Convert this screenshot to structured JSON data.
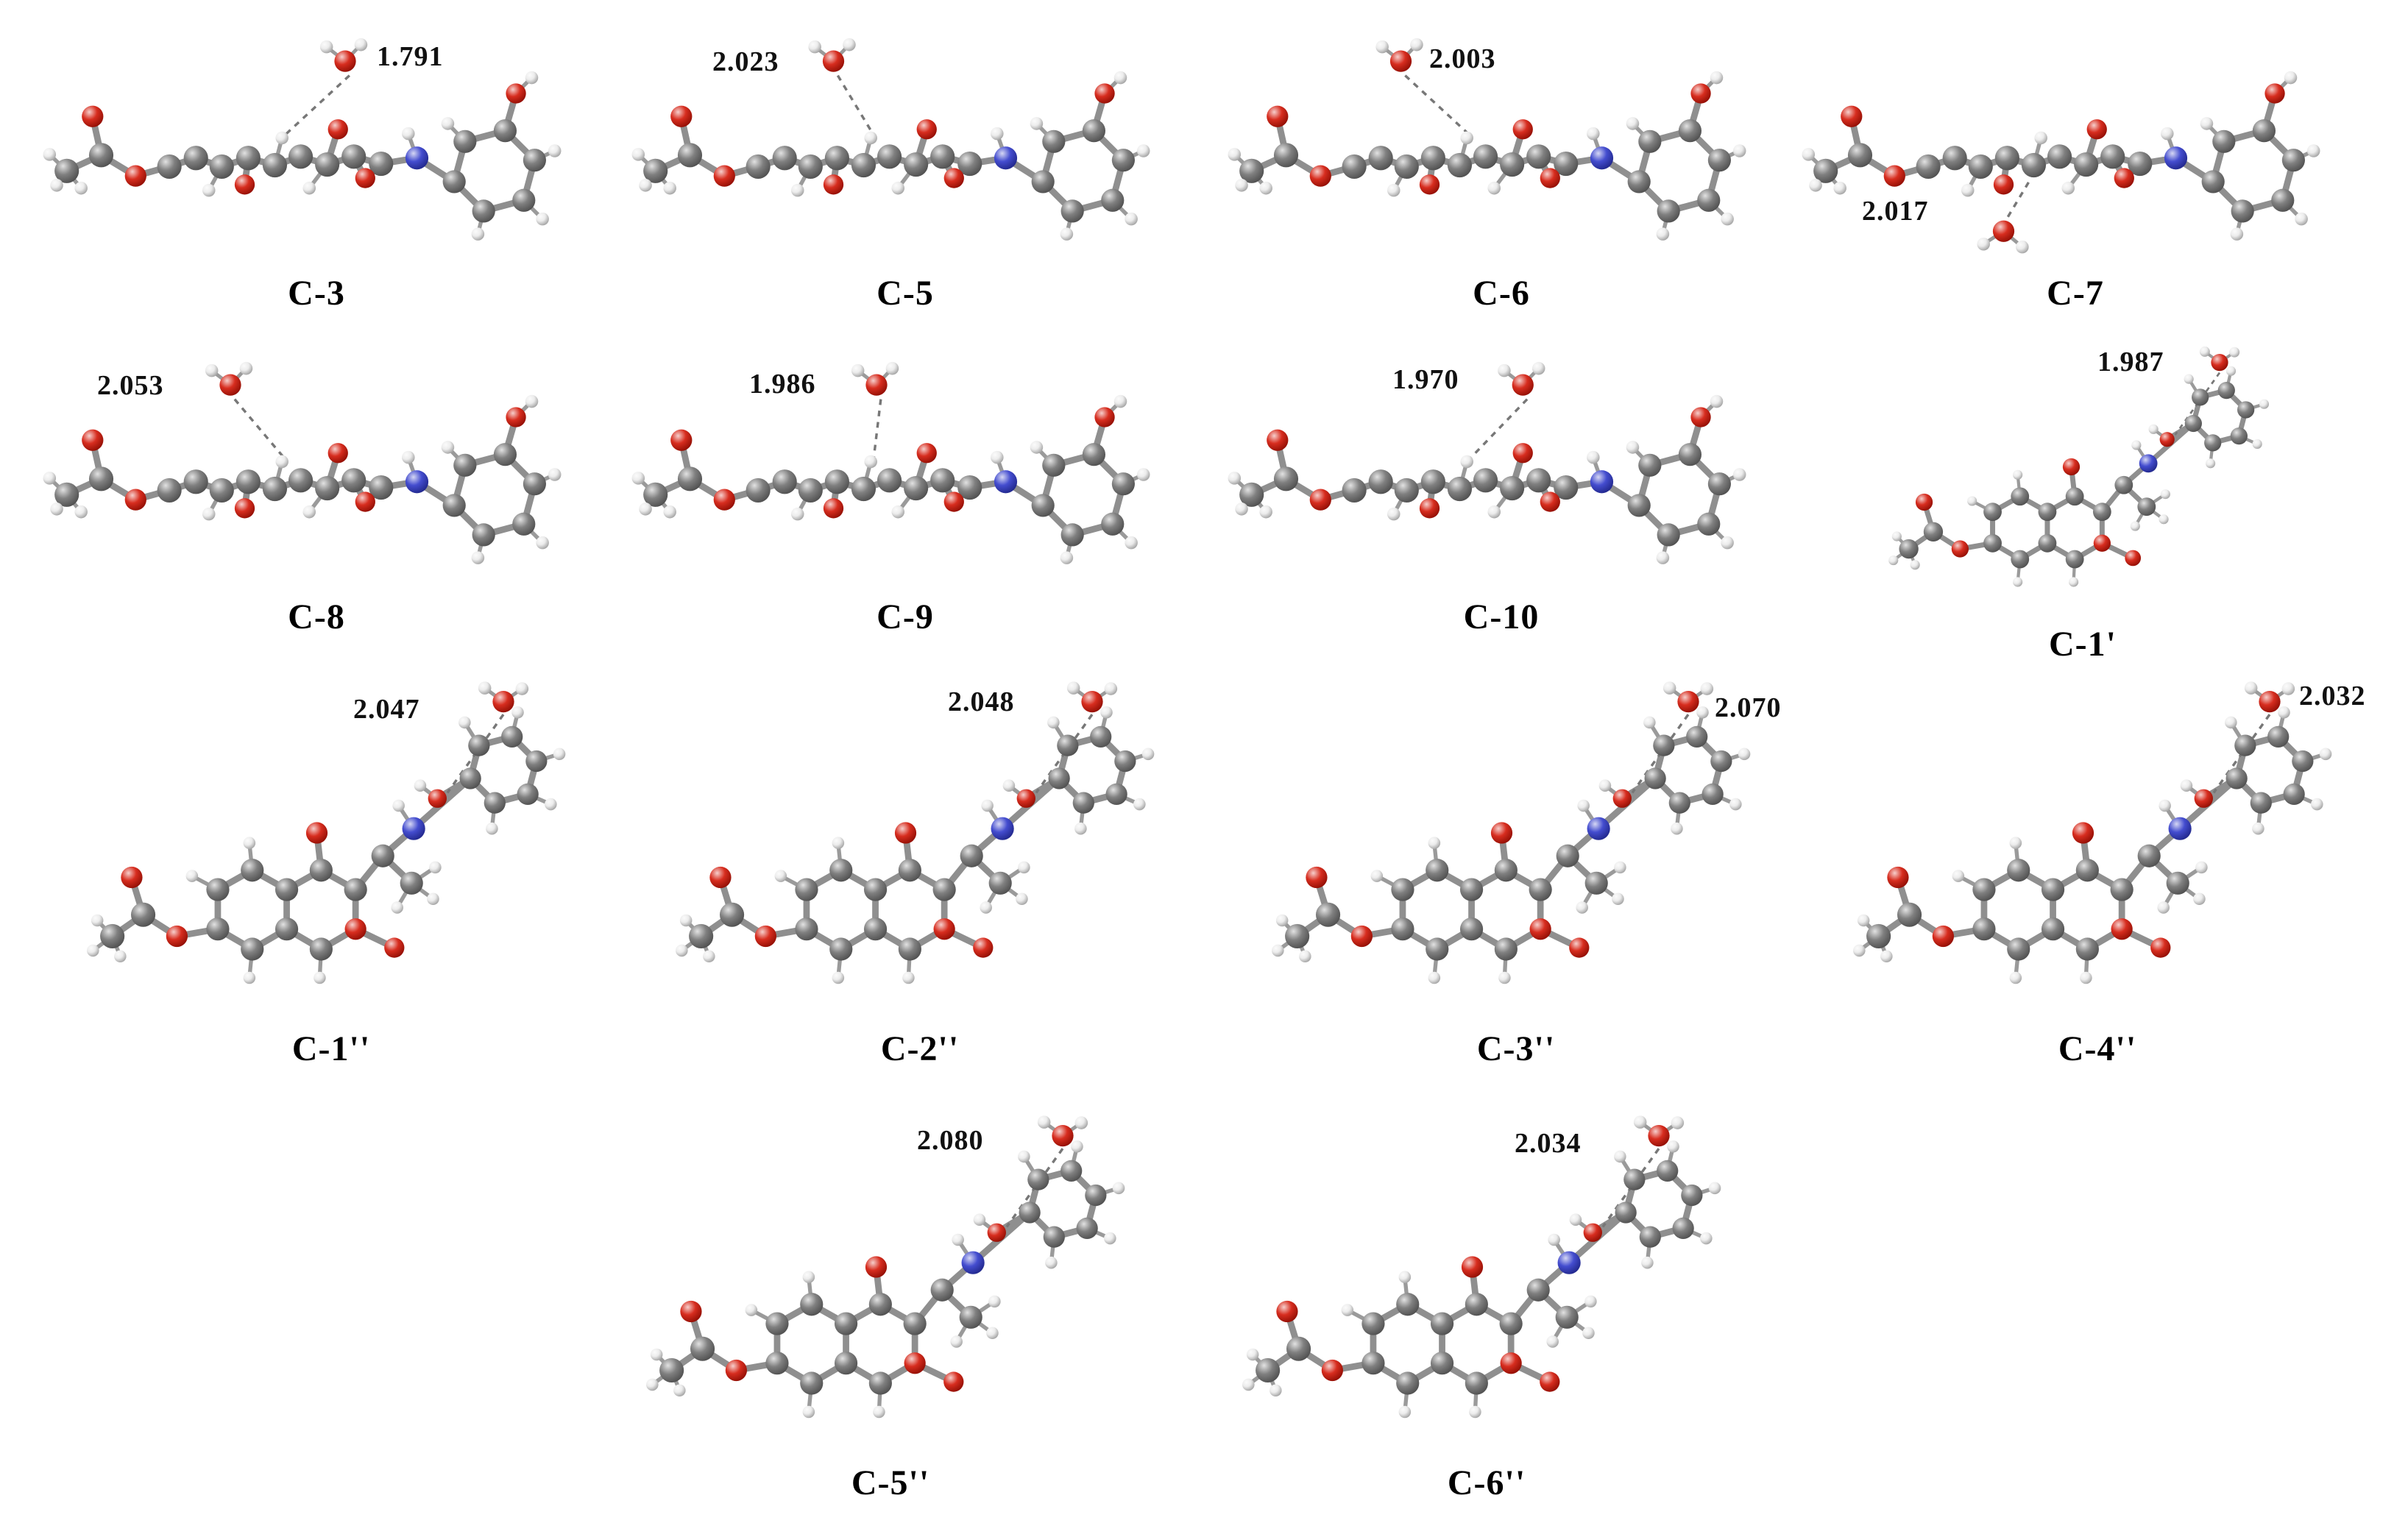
{
  "figure": {
    "description": "Optimized ball-and-stick molecular structures with water hydrogen-bond distances",
    "atom_colors": {
      "carbon": "#6f6f6f",
      "hydrogen": "#e9e9e9",
      "oxygen": "#d11000",
      "nitrogen": "#2b35c8"
    },
    "bond_color": "#8f8f8f",
    "hbond_dash_color": "#777777",
    "panels": [
      {
        "label": "C-3",
        "distance": "1.791"
      },
      {
        "label": "C-5",
        "distance": "2.023"
      },
      {
        "label": "C-6",
        "distance": "2.003"
      },
      {
        "label": "C-7",
        "distance": "2.017"
      },
      {
        "label": "C-8",
        "distance": "2.053"
      },
      {
        "label": "C-9",
        "distance": "1.986"
      },
      {
        "label": "C-10",
        "distance": "1.970"
      },
      {
        "label": "C-1'",
        "distance": "1.987"
      },
      {
        "label": "C-1''",
        "distance": "2.047"
      },
      {
        "label": "C-2''",
        "distance": "2.048"
      },
      {
        "label": "C-3''",
        "distance": "2.070"
      },
      {
        "label": "C-4''",
        "distance": "2.032"
      },
      {
        "label": "C-5''",
        "distance": "2.080"
      },
      {
        "label": "C-6''",
        "distance": "2.034"
      }
    ]
  }
}
